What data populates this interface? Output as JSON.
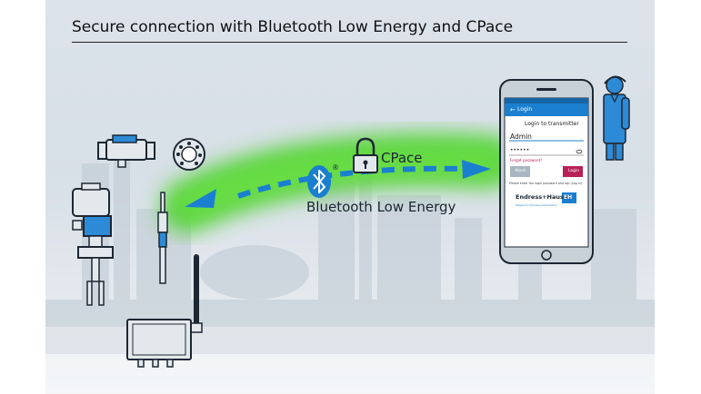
{
  "title": "Secure connection with Bluetooth Low Energy and CPace",
  "labels": {
    "cpace": "CPace",
    "bluetooth": "Bluetooth Low Energy",
    "registered_mark": "®"
  },
  "phone": {
    "app_bar_title": "Login",
    "heading": "Login to transmitter",
    "username_value": "Admin",
    "password_value": "••••••",
    "forgot_password": "Forgot password?",
    "abort_button": "Abort",
    "login_button": "Login",
    "hint": "Please enter the login password and tap (Log in)",
    "brand_name": "Endress+Hauser",
    "brand_mark": "EH",
    "brand_tagline": "People for Process Automation"
  },
  "colors": {
    "accent_blue": "#1b7fd0",
    "glow_green": "#4fd232",
    "login_button": "#b8215a",
    "device_blue": "#2d8ad6",
    "outline": "#1d2733"
  }
}
